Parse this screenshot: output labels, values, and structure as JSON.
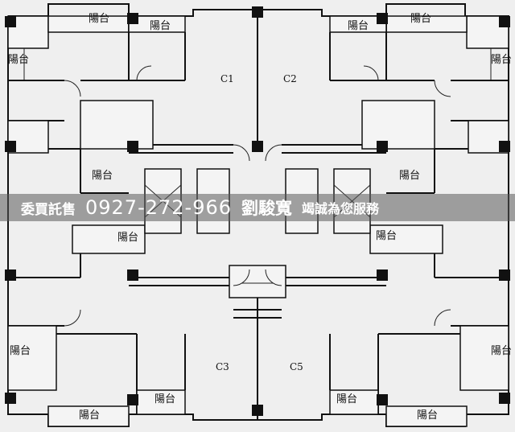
{
  "units": {
    "c1": "C1",
    "c2": "C2",
    "c3": "C3",
    "c5": "C5"
  },
  "balcony_label": "陽台",
  "banner": {
    "prefix": "委買託售",
    "phone": "0927-272-966",
    "name": "劉駿寬",
    "slogan": "竭誠為您服務"
  },
  "colors": {
    "line": "#111111",
    "paper": "#efefef",
    "banner_bg": "#5a5a5a",
    "banner_text": "#ffffff"
  }
}
